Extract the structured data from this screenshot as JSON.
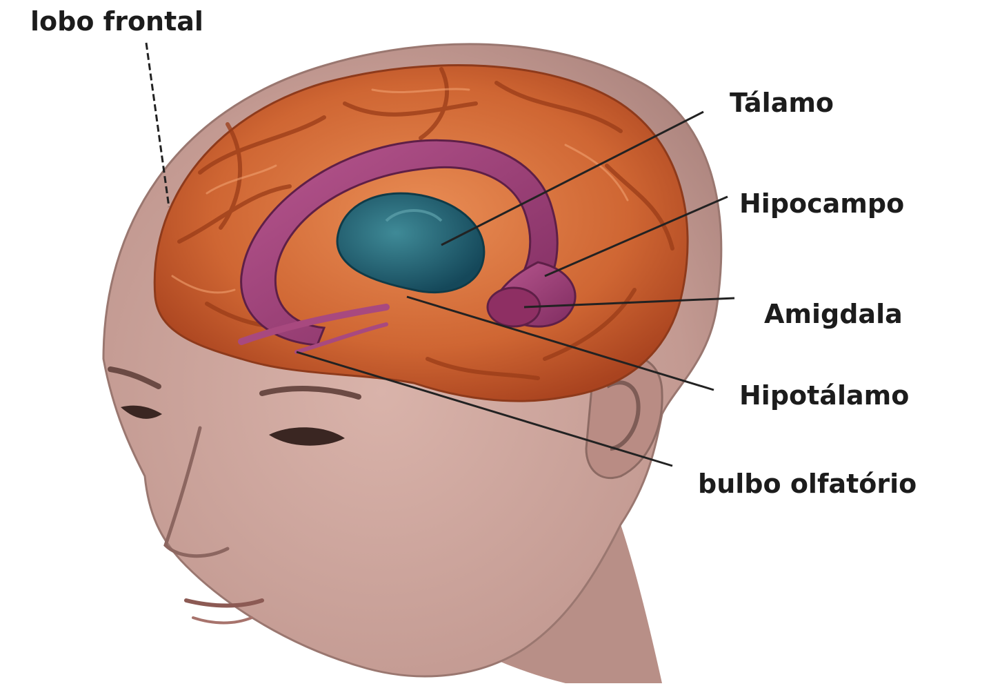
{
  "labels": {
    "lobo_frontal": "lobo frontal",
    "talamo": "Tálamo",
    "hipocampo": "Hipocampo",
    "amigdala": "Amigdala",
    "hipotalamo": "Hipotálamo",
    "bulbo_olfatorio": "bulbo olfatório"
  },
  "colors": {
    "skin": "#c9a29a",
    "skin_shadow": "#a77f77",
    "brain": "#c85a2c",
    "brain_light": "#e58a52",
    "limbic": "#9c3d78",
    "thalamus": "#1f5f6e",
    "leader_line": "#222222"
  }
}
